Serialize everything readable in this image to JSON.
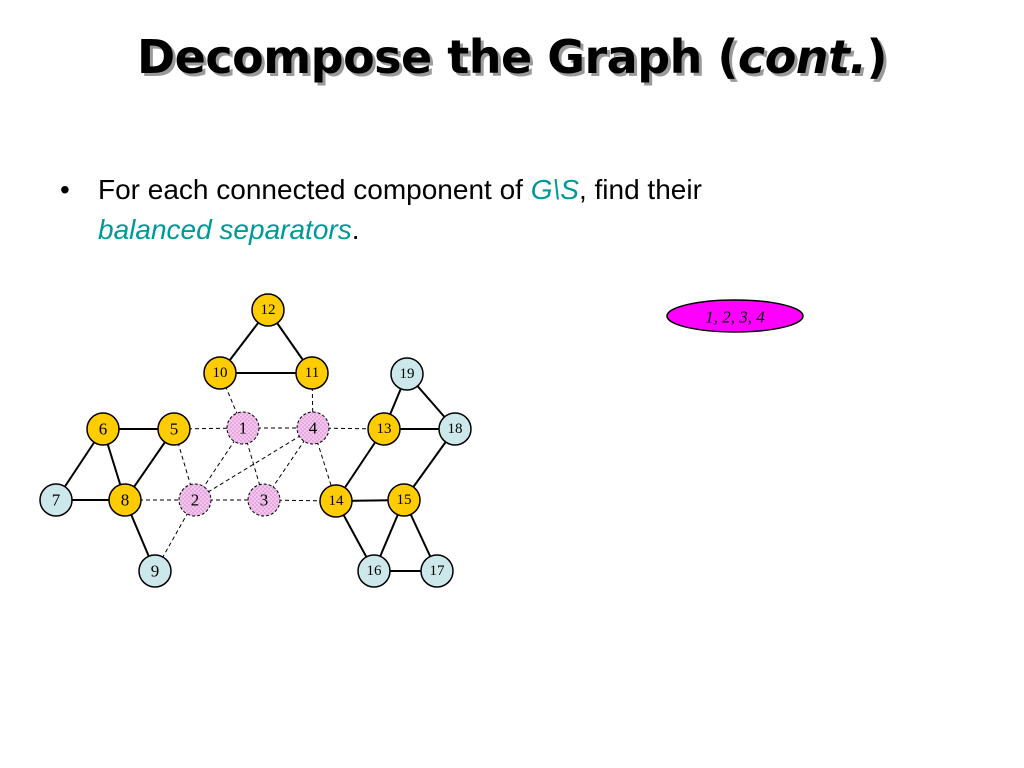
{
  "slide": {
    "title_main": "Decompose the Graph (",
    "title_italic": "cont.",
    "title_close": ")",
    "bullet_symbol": "•",
    "bullet_part1": "For each connected component of ",
    "bullet_accent1": "G\\S",
    "bullet_part2": ", find their ",
    "bullet_accent2": "balanced separators",
    "bullet_part3": "."
  },
  "colors": {
    "yellow": "#ffcc00",
    "light_blue": "#cce8ea",
    "pink": "#f3c4ee",
    "magenta": "#ff00ff",
    "accent": "#009999"
  },
  "graph": {
    "nodes": [
      {
        "id": "12",
        "label": "12",
        "fill": "yellow"
      },
      {
        "id": "10",
        "label": "10",
        "fill": "yellow"
      },
      {
        "id": "11",
        "label": "11",
        "fill": "yellow"
      },
      {
        "id": "19",
        "label": "19",
        "fill": "light_blue"
      },
      {
        "id": "6",
        "label": "6",
        "fill": "yellow"
      },
      {
        "id": "5",
        "label": "5",
        "fill": "yellow"
      },
      {
        "id": "1",
        "label": "1",
        "fill": "pink"
      },
      {
        "id": "4",
        "label": "4",
        "fill": "pink"
      },
      {
        "id": "13",
        "label": "13",
        "fill": "yellow"
      },
      {
        "id": "18",
        "label": "18",
        "fill": "light_blue"
      },
      {
        "id": "7",
        "label": "7",
        "fill": "light_blue"
      },
      {
        "id": "8",
        "label": "8",
        "fill": "yellow"
      },
      {
        "id": "2",
        "label": "2",
        "fill": "pink"
      },
      {
        "id": "3",
        "label": "3",
        "fill": "pink"
      },
      {
        "id": "14",
        "label": "14",
        "fill": "yellow"
      },
      {
        "id": "15",
        "label": "15",
        "fill": "yellow"
      },
      {
        "id": "9",
        "label": "9",
        "fill": "light_blue"
      },
      {
        "id": "16",
        "label": "16",
        "fill": "light_blue"
      },
      {
        "id": "17",
        "label": "17",
        "fill": "light_blue"
      }
    ],
    "solid_edges": [
      [
        "12",
        "10"
      ],
      [
        "12",
        "11"
      ],
      [
        "10",
        "11"
      ],
      [
        "6",
        "5"
      ],
      [
        "6",
        "7"
      ],
      [
        "6",
        "8"
      ],
      [
        "7",
        "8"
      ],
      [
        "5",
        "8"
      ],
      [
        "8",
        "9"
      ],
      [
        "19",
        "13"
      ],
      [
        "19",
        "18"
      ],
      [
        "13",
        "18"
      ],
      [
        "13",
        "14"
      ],
      [
        "14",
        "15"
      ],
      [
        "15",
        "18"
      ],
      [
        "15",
        "16"
      ],
      [
        "15",
        "17"
      ],
      [
        "14",
        "16"
      ],
      [
        "16",
        "17"
      ]
    ],
    "dashed_edges": [
      [
        "5",
        "1"
      ],
      [
        "1",
        "4"
      ],
      [
        "4",
        "13"
      ],
      [
        "10",
        "1"
      ],
      [
        "11",
        "4"
      ],
      [
        "1",
        "2"
      ],
      [
        "1",
        "3"
      ],
      [
        "4",
        "3"
      ],
      [
        "4",
        "2"
      ],
      [
        "5",
        "2"
      ],
      [
        "8",
        "2"
      ],
      [
        "2",
        "3"
      ],
      [
        "3",
        "14"
      ],
      [
        "2",
        "9"
      ],
      [
        "4",
        "14"
      ]
    ],
    "separator_label": "1, 2, 3, 4"
  }
}
